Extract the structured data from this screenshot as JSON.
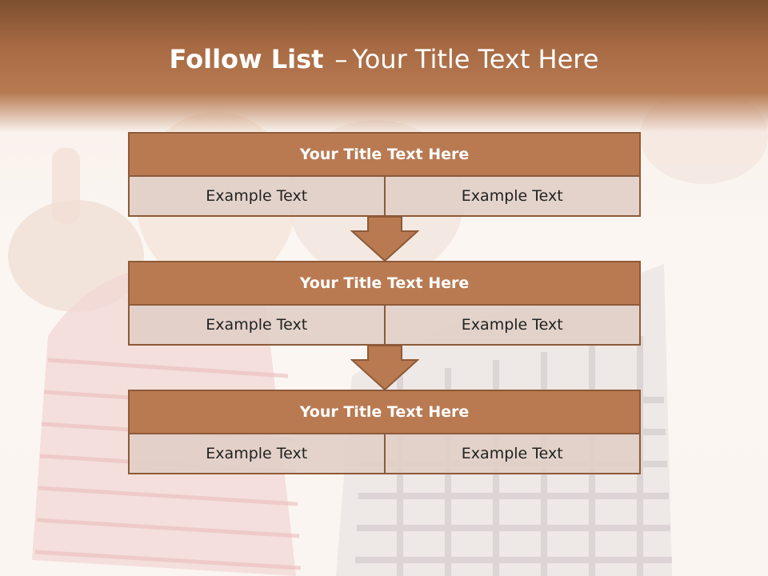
{
  "slide": {
    "title_bold": "Follow List",
    "title_dash": "–",
    "title_rest": "Your Title Text Here"
  },
  "steps": [
    {
      "title": "Your Title Text Here",
      "left": "Example Text",
      "right": "Example Text"
    },
    {
      "title": "Your Title Text Here",
      "left": "Example Text",
      "right": "Example Text"
    },
    {
      "title": "Your Title Text Here",
      "left": "Example Text",
      "right": "Example Text"
    }
  ],
  "colors": {
    "header_dark": "#7c4f2f",
    "box_fill": "#b97a52",
    "box_border": "#8d5a38",
    "cell_fill": "#e1cfc7"
  }
}
